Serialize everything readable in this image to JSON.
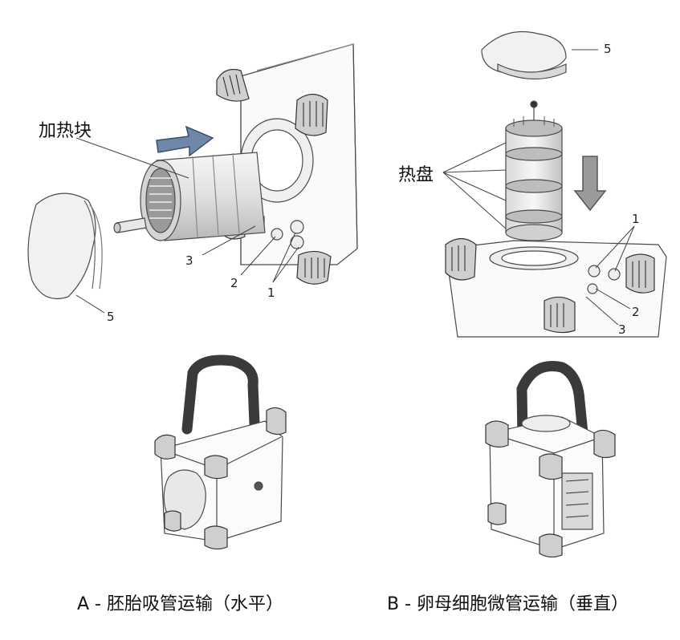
{
  "panel_a": {
    "heat_block_label": "加热块",
    "callouts": {
      "c1": "1",
      "c2": "2",
      "c3": "3",
      "c5": "5"
    },
    "caption": "A - 胚胎吸管运输（水平）"
  },
  "panel_b": {
    "heat_plate_label": "热盘",
    "callouts": {
      "c1": "1",
      "c2": "2",
      "c3": "3",
      "c5": "5"
    },
    "caption": "B - 卵母细胞微管运输（垂直）"
  },
  "colors": {
    "arrow_a": "#6f87a8",
    "arrow_b": "#9a9a9a",
    "line": "#555555",
    "strap": "#3a3a3a"
  }
}
